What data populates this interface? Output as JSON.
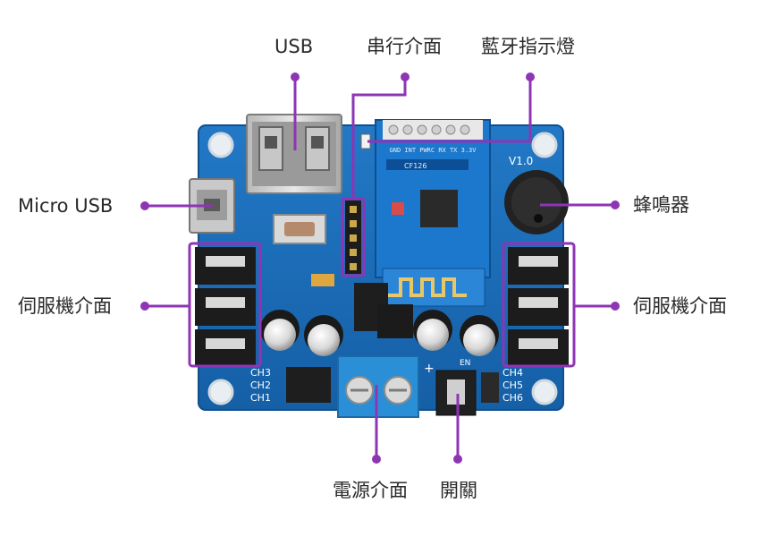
{
  "labels": {
    "usb": "USB",
    "serial_interface": "串行介面",
    "bluetooth_indicator": "藍牙指示燈",
    "micro_usb": "Micro USB",
    "buzzer": "蜂鳴器",
    "servo_interface_left": "伺服機介面",
    "servo_interface_right": "伺服機介面",
    "power_interface": "電源介面",
    "switch": "開關"
  },
  "board": {
    "version": "V1.0",
    "left_channels": [
      "CH3",
      "CH2",
      "CH1"
    ],
    "right_channels": [
      "CH4",
      "CH5",
      "CH6"
    ],
    "module_pins": "GND INT PWRC RX TX 3.3V",
    "module_chip": "CF126",
    "en_label": "EN",
    "plus_label": "+"
  },
  "colors": {
    "board": "#1a6fbf",
    "board_dark": "#135aa0",
    "callout": "#8e35b4",
    "terminal": "#2a8fd6"
  }
}
